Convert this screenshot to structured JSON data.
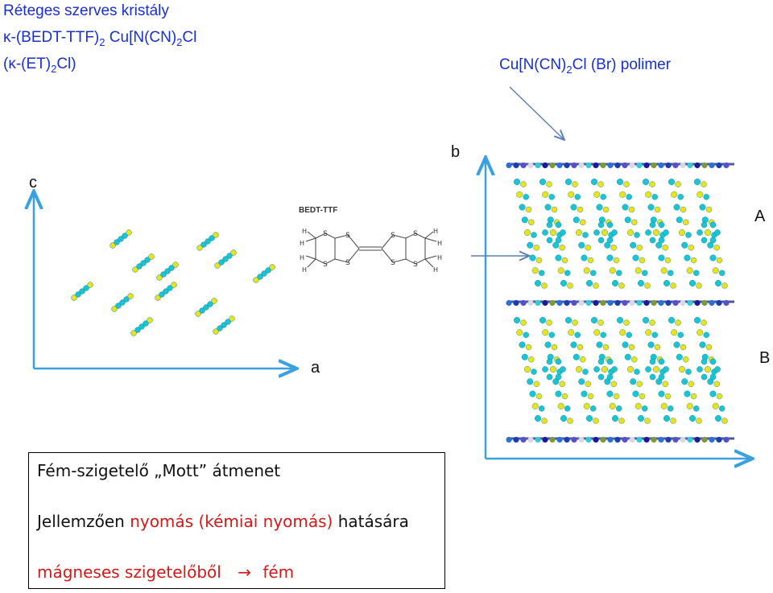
{
  "title": {
    "line1": "Réteges szerves kristály",
    "line2_a": "κ-(BEDT-TTF)",
    "line2_sub1": "2",
    "line2_b": " Cu[N(CN)",
    "line2_sub2": "2",
    "line2_c": "Cl",
    "line3_a": "(κ-(ET)",
    "line3_sub": "2",
    "line3_b": "Cl)"
  },
  "polymer_label": {
    "a": "Cu[N(CN)",
    "sub": "2",
    "b": "Cl  (Br) polimer"
  },
  "molecule_label": "BEDT-TTF",
  "atoms": {
    "S": "S",
    "H": "H"
  },
  "axes": {
    "c": "c",
    "a": "a",
    "b": "b",
    "A": "A",
    "B": "B"
  },
  "info_box": {
    "line1": "Fém-szigetelő „Mott” átmenet",
    "line2_a": "Jellemzően ",
    "line2_red": "nyomás (kémiai nyomás)",
    "line2_b": " hatására",
    "line3_red1": "mágneses szigetelőből",
    "arrow": "→",
    "line3_red2": "fém"
  },
  "colors": {
    "blue": "#1a2fd0",
    "axis": "#3aa0e0",
    "cyan": "#1bc4d4",
    "yellow": "#e8e418",
    "red": "#d11a1a"
  }
}
